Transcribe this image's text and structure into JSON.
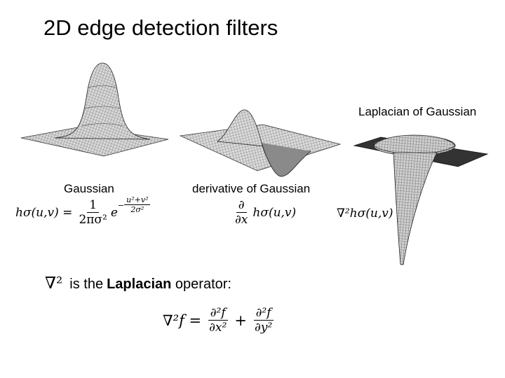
{
  "title": "2D edge detection filters",
  "labels": {
    "gaussian": "Gaussian",
    "derivative": "derivative of Gaussian",
    "log": "Laplacian of Gaussian"
  },
  "formulas": {
    "gaussian": {
      "lhs": "hσ(u,v) =",
      "num": "1",
      "den": "2πσ²",
      "exp_sign": "−",
      "exp_num": "u²+v²",
      "exp_den": "2σ²",
      "base": "e"
    },
    "derivative": {
      "partial_num": "∂",
      "partial_den": "∂x",
      "rhs": "hσ(u,v)"
    },
    "log": "∇²hσ(u,v)"
  },
  "laplacian_text": {
    "symbol": "∇²",
    "before": "is the ",
    "bold": "Laplacian",
    "after": " operator:"
  },
  "laplacian_eq": {
    "lhs": "∇²f =",
    "t1_num": "∂²f",
    "t1_den": "∂x²",
    "plus": "+",
    "t2_num": "∂²f",
    "t2_den": "∂y²"
  }
}
